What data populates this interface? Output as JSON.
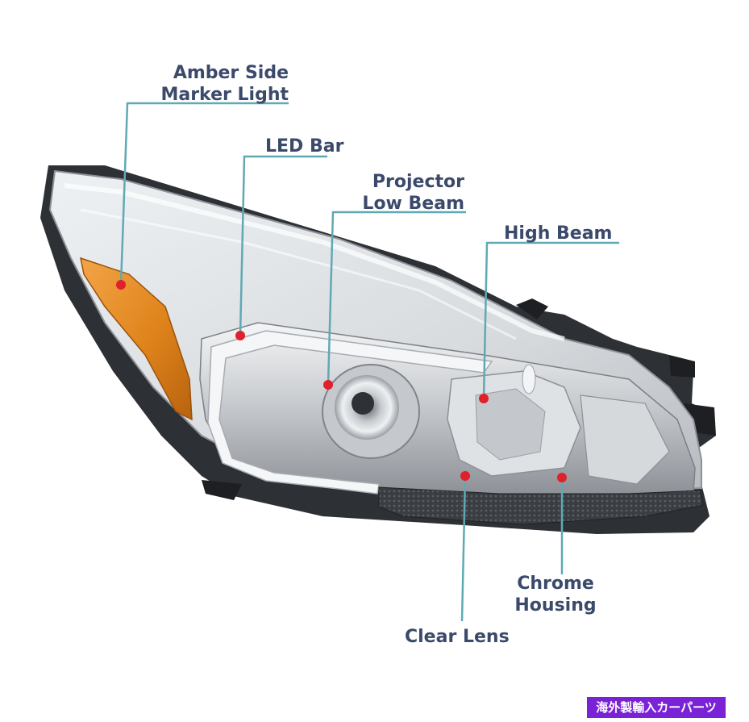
{
  "callouts": {
    "amber_side_marker": {
      "line1": "Amber Side",
      "line2": "Marker Light"
    },
    "led_bar": {
      "line1": "LED Bar"
    },
    "projector_low_beam": {
      "line1": "Projector",
      "line2": "Low Beam"
    },
    "high_beam": {
      "line1": "High Beam"
    },
    "chrome_housing": {
      "line1": "Chrome",
      "line2": "Housing"
    },
    "clear_lens": {
      "line1": "Clear Lens"
    }
  },
  "watermark": {
    "text": "海外製輸入カーパーツ"
  },
  "colors": {
    "label_text": "#3b4a6b",
    "leader_line": "#5fa9b4",
    "marker_dot": "#e0202a",
    "amber_lens": "#e08a1e",
    "watermark_bg": "#7a22d6"
  }
}
